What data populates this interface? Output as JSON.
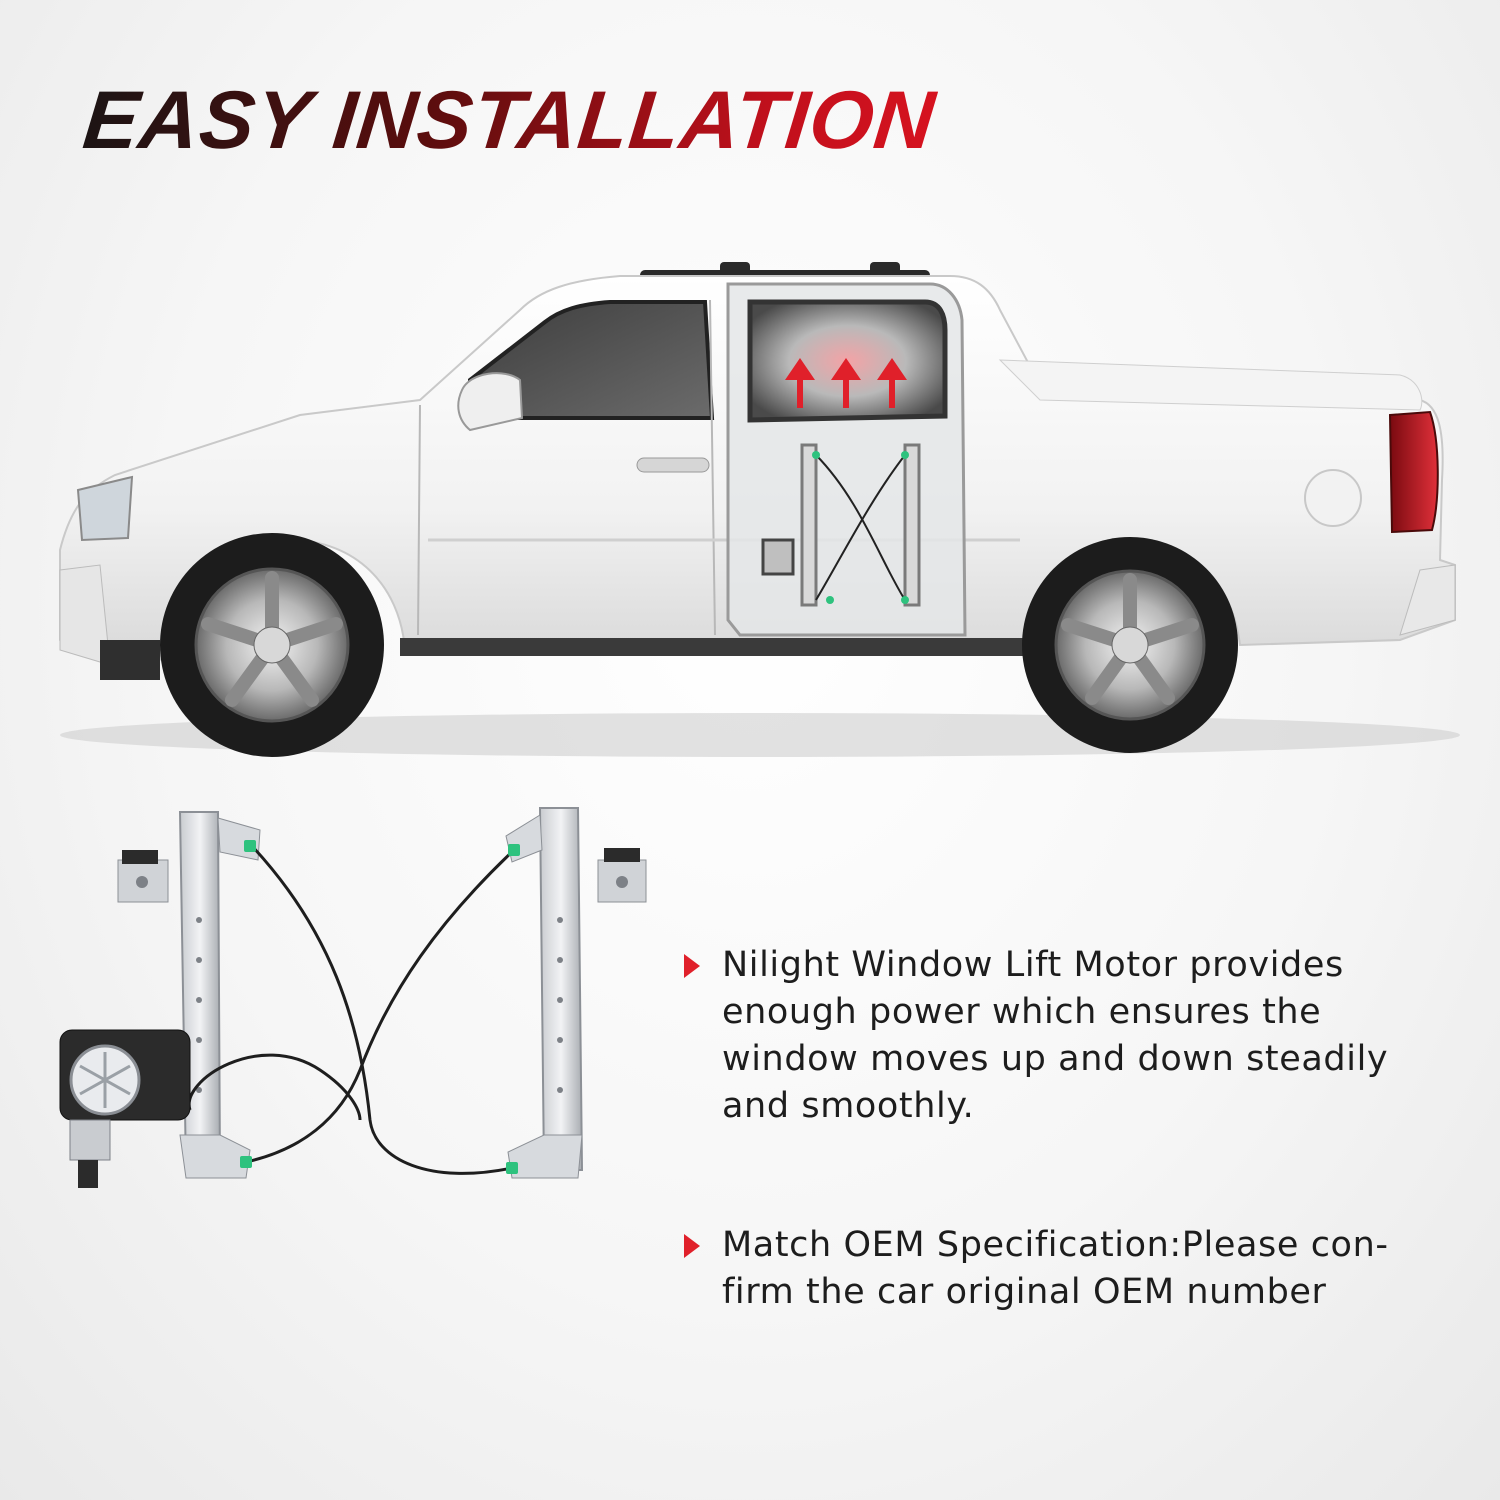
{
  "headline": "EASY INSTALLATION",
  "features": [
    {
      "text": "Nilight Window Lift Motor provides enough power which ensures the window moves up and down steadily and smoothly."
    },
    {
      "text": "Match OEM Specification:Please con-firm the car original OEM number"
    }
  ],
  "colors": {
    "accent": "#e0202a",
    "headline_dark": "#1c1414",
    "text": "#1d1d1d",
    "truck_body": "#fbfbfb",
    "clip_green": "#2ec27e"
  },
  "icons": {
    "bullet": "play-triangle-icon",
    "arrow": "arrow-up-icon"
  }
}
